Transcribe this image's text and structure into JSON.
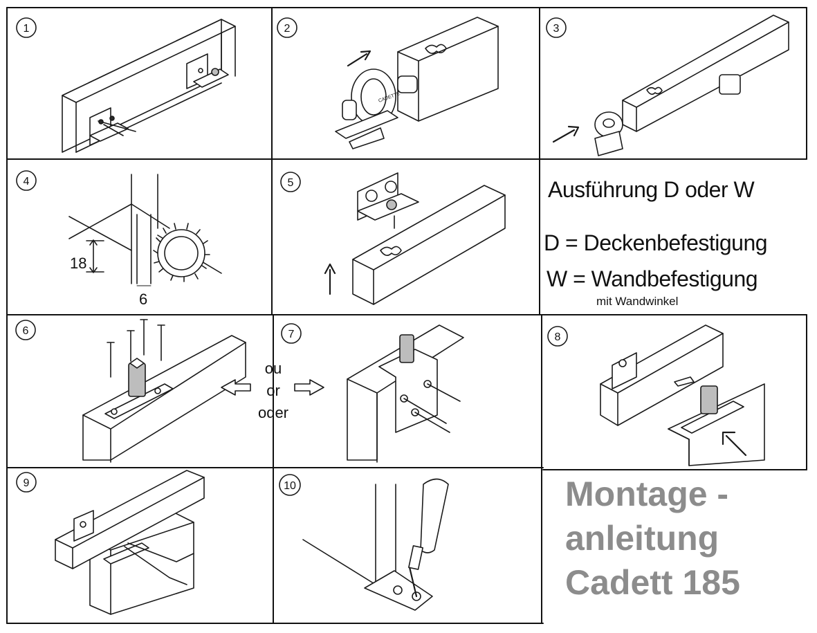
{
  "steps": [
    "1",
    "2",
    "3",
    "4",
    "5",
    "6",
    "7",
    "8",
    "9",
    "10"
  ],
  "step4": {
    "height_label": "18",
    "width_label": "6"
  },
  "step2": {
    "brand": "CADETTE"
  },
  "variants": {
    "heading": "Ausführung D oder W",
    "d_line": "D = Deckenbefestigung",
    "w_line": "W = Wandbefestigung",
    "w_note": "mit Wandwinkel"
  },
  "alternatives": [
    "ou",
    "or",
    "oder"
  ],
  "title_lines": [
    "Montage -",
    "anleitung",
    "Cadett 185"
  ],
  "colors": {
    "lines": "#1a1a1a",
    "title": "#8c8c8c",
    "background": "#ffffff"
  }
}
